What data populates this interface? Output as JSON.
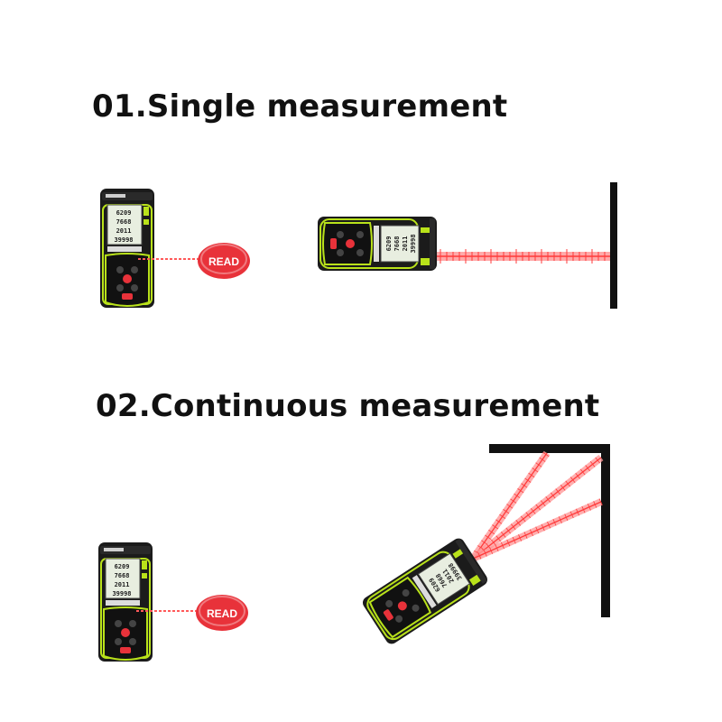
{
  "section1": {
    "title": "01.Single measurement",
    "button_label": "READ"
  },
  "section2": {
    "title": "02.Continuous measurement",
    "button_label": "READ"
  },
  "device_display_lines": [
    "6209",
    "7668",
    "2011",
    "39998"
  ],
  "colors": {
    "device_body": "#1b1b1b",
    "device_trim": "#b9e21a",
    "laser": "#ff5a5a",
    "read_button": "#e8323a",
    "wall": "#111111"
  },
  "icons": [
    "laser-distance-meter-icon",
    "read-button-icon",
    "laser-beam-icon",
    "wall-icon",
    "corner-wall-icon"
  ]
}
